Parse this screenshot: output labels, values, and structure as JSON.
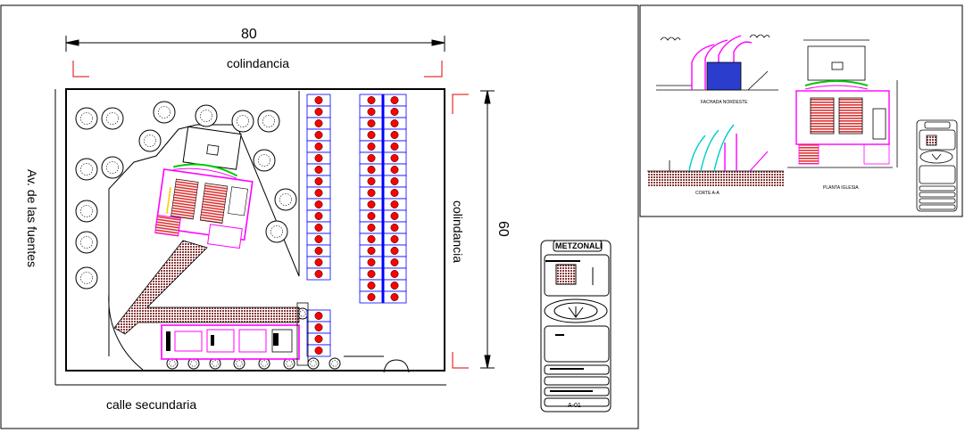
{
  "site": {
    "width_dim": "80",
    "height_dim": "60",
    "north_label": "colindancia",
    "east_label": "colindancia",
    "west_label": "Av. de las fuentes",
    "south_label": "calle secundaria"
  },
  "title_block": {
    "brand": "METZONALI",
    "sheet": "A-01"
  },
  "detail_sheet": {
    "facade_label": "FACHADA NORDESTE",
    "section_label": "CORTE A-A",
    "plan_label": "PLANTA IGLESIA"
  },
  "colors": {
    "wall": "#ff00ff",
    "car_stall": "#ff0000",
    "stall_line": "#0000ff",
    "hatch": "#7a2f2f",
    "arc": "#00ff00",
    "glass": "#0000cc"
  }
}
